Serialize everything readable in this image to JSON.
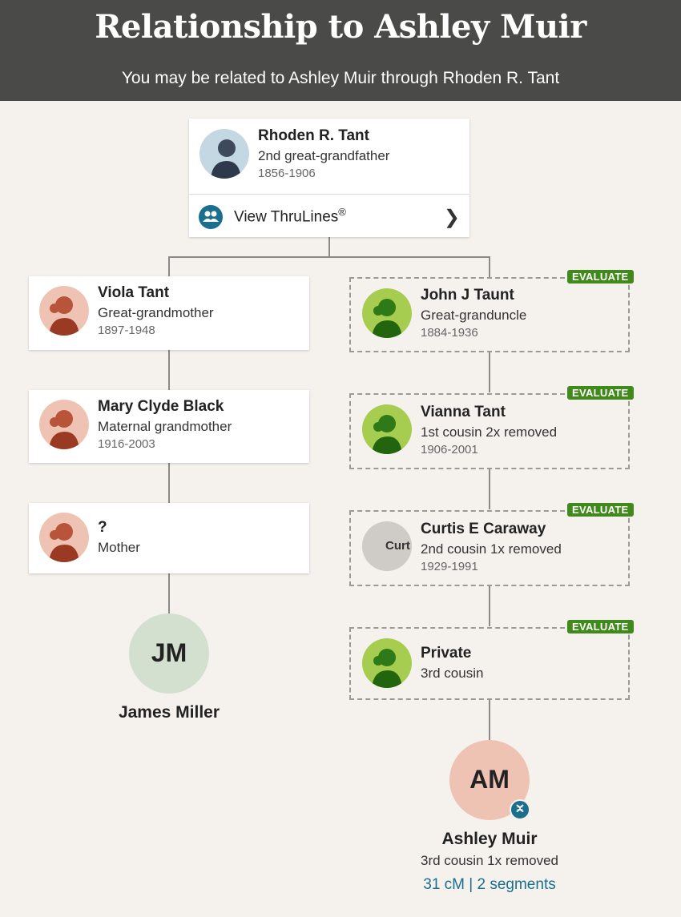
{
  "header": {
    "title": "Relationship to Ashley Muir",
    "subtitle": "You may be related to Ashley Muir through Rhoden R. Tant"
  },
  "ancestor": {
    "name": "Rhoden R. Tant",
    "relationship": "2nd great-grandfather",
    "dates": "1856-1906",
    "thrulines_label": "View ThruLines",
    "thrulines_mark": "®"
  },
  "left_branch": [
    {
      "name": "Viola Tant",
      "relationship": "Great-grandmother",
      "dates": "1897-1948"
    },
    {
      "name": "Mary Clyde Black",
      "relationship": "Maternal grandmother",
      "dates": "1916-2003"
    },
    {
      "name": "?",
      "relationship": "Mother",
      "dates": ""
    }
  ],
  "right_branch": [
    {
      "name": "John J Taunt",
      "relationship": "Great-granduncle",
      "dates": "1884-1936",
      "badge": "EVALUATE"
    },
    {
      "name": "Vianna Tant",
      "relationship": "1st cousin 2x removed",
      "dates": "1906-2001",
      "badge": "EVALUATE"
    },
    {
      "name": "Curtis E Caraway",
      "relationship": "2nd cousin 1x removed",
      "dates": "1929-1991",
      "badge": "EVALUATE",
      "photo_text": "Curt"
    },
    {
      "name": "Private",
      "relationship": "3rd cousin",
      "dates": "",
      "badge": "EVALUATE"
    }
  ],
  "self": {
    "initials": "JM",
    "name": "James Miller"
  },
  "match": {
    "initials": "AM",
    "name": "Ashley Muir",
    "relationship": "3rd cousin 1x removed",
    "dna_link": "31 cM | 2 segments"
  },
  "colors": {
    "header_bg": "#4a4a48",
    "page_bg": "#f5f2ee",
    "evaluate_green": "#3f8a1a",
    "link_blue": "#1a6e8e",
    "self_circle": "#d3e0cf",
    "match_circle": "#efc3b3"
  }
}
